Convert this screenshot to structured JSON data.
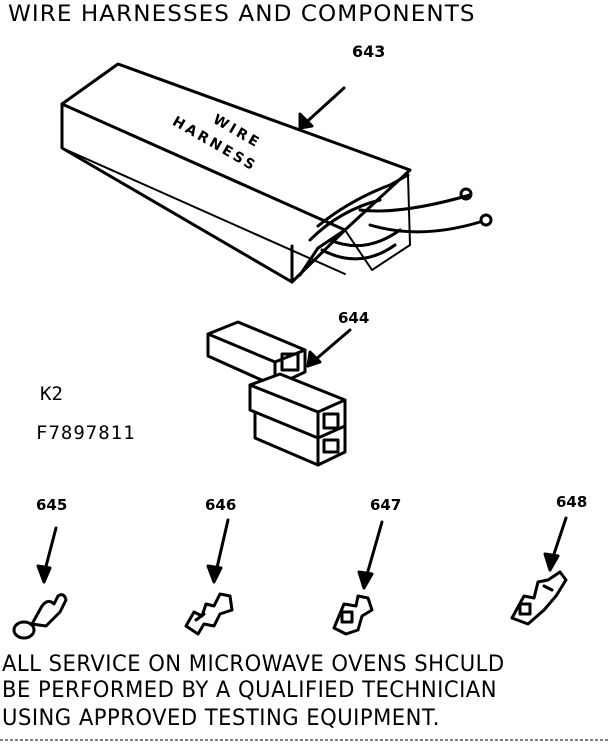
{
  "title": "WIRE HARNESSES AND COMPONENTS",
  "parts": {
    "p643": {
      "ref": "643",
      "label_line1": "WIRE",
      "label_line2": "HARNESS"
    },
    "p644": {
      "ref": "644"
    },
    "p645": {
      "ref": "645"
    },
    "p646": {
      "ref": "646"
    },
    "p647": {
      "ref": "647"
    },
    "p648": {
      "ref": "648"
    }
  },
  "codes": {
    "k2": "K2",
    "part_number": "F7897811"
  },
  "notice": {
    "line1": "ALL SERVICE ON MICROWAVE OVENS SHCULD",
    "line2": "BE PERFORMED BY A QUALIFIED TECHNICIAN",
    "line3": "USING APPROVED TESTING EQUIPMENT."
  }
}
